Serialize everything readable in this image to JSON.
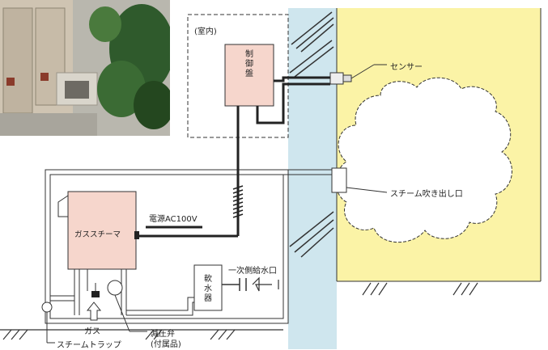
{
  "labels": {
    "indoor": "(室内)",
    "control_panel": "制御盤",
    "sensor": "センサー",
    "steam_outlet": "スチーム吹き出し口",
    "power": "電源AC100V",
    "gas_steamer": "ガススチーマ",
    "primary_water_inlet": "一次側給水口",
    "softener": "軟水器",
    "gas": "ガス",
    "pressure_valve": "減圧弁",
    "pressure_valve_note": "(付属品)",
    "steam_trap": "スチームトラップ"
  },
  "colors": {
    "wall": "#cfe6ee",
    "area": "#fbf3a6",
    "unit": "#f6d6cc",
    "line": "#222222"
  }
}
